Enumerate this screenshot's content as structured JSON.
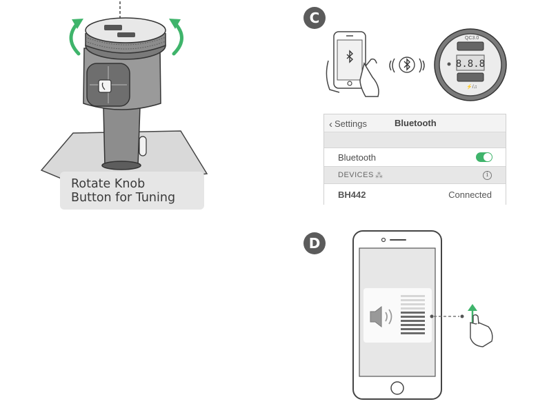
{
  "callout": {
    "line1": "Rotate Knob",
    "line2": "Button for Tuning"
  },
  "steps": {
    "c": "C",
    "d": "D"
  },
  "bluetooth_settings": {
    "back_label": "Settings",
    "title": "Bluetooth",
    "toggle_label": "Bluetooth",
    "toggle_on": true,
    "devices_header": "DEVICES",
    "device_name": "BH442",
    "device_status": "Connected"
  },
  "charger_labels": {
    "top_port": "QC3.0",
    "bottom_port": "⚡/♫"
  },
  "colors": {
    "accent_green": "#3fb46b",
    "badge": "#5b5b5b",
    "line": "#4a4a4a"
  }
}
